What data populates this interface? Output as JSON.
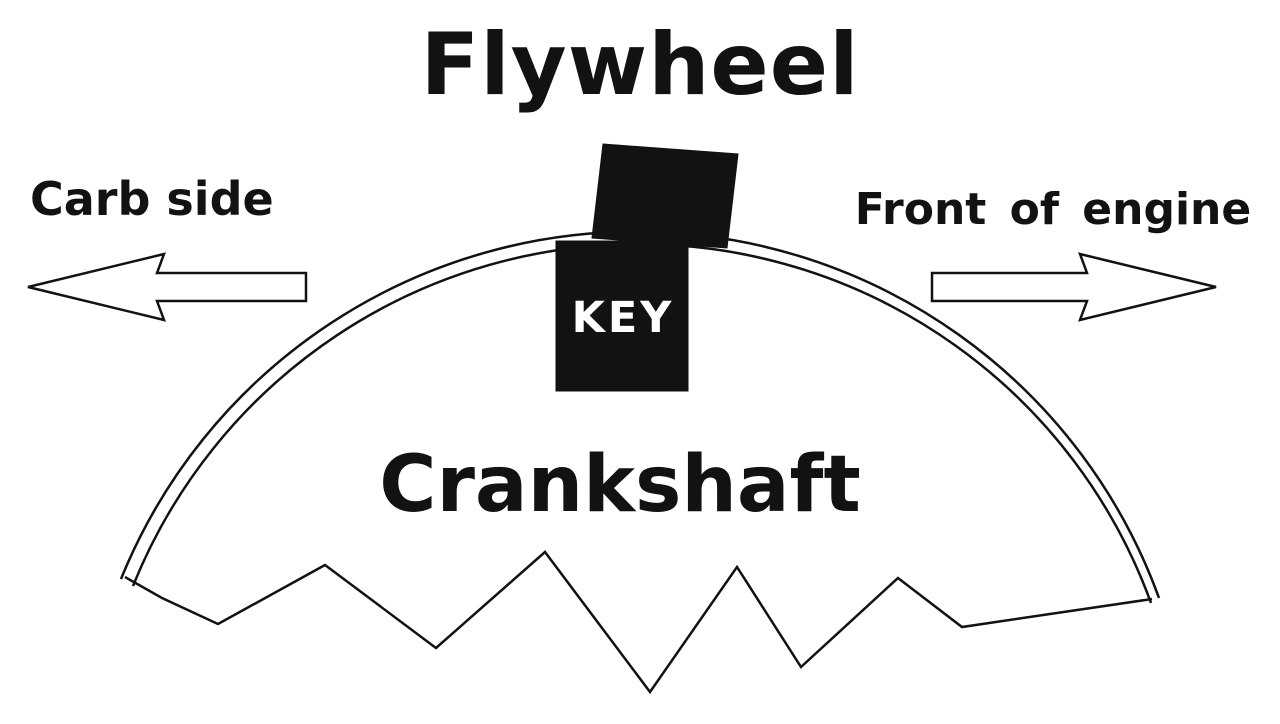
{
  "diagram": {
    "title": "Flywheel",
    "carb_side_label": "Carb side",
    "front_of_engine_label": "Front of engine",
    "key_label": "KEY",
    "crankshaft_label": "Crankshaft",
    "colors": {
      "ink": "#121212",
      "background": "#ffffff",
      "key_fill": "#121212",
      "key_text": "#ffffff"
    }
  }
}
